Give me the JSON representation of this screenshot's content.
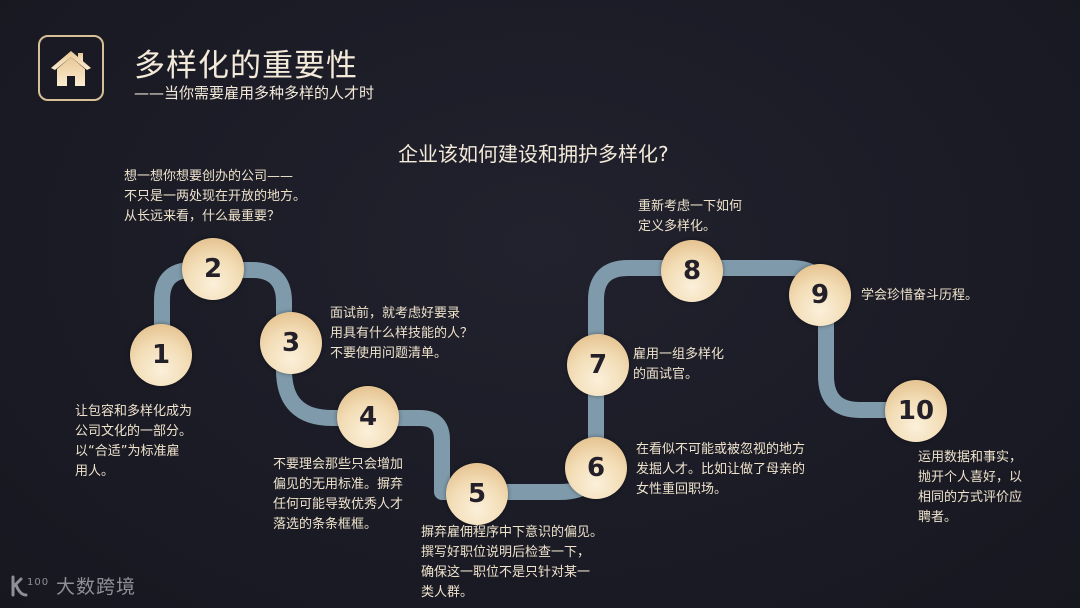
{
  "header": {
    "icon": "home-icon",
    "title": "多样化的重要性",
    "subtitle": "——当你需要雇用多种多样的人才时"
  },
  "question": "企业该如何建设和拥护多样化?",
  "colors": {
    "background": "#1c1c27",
    "road": "#7f9aaa",
    "node_light": "#fbf0da",
    "node_dark": "#dfb67f",
    "text": "#efe3cc",
    "accent_border": "#d8bf97"
  },
  "steps": [
    {
      "number": "1",
      "text": "让包容和多样化成为\n公司文化的一部分。\n以“合适”为标准雇\n用人。"
    },
    {
      "number": "2",
      "text": "想一想你想要创办的公司——\n不只是一两处现在开放的地方。\n从长远来看，什么最重要？"
    },
    {
      "number": "3",
      "text": "面试前，就考虑好要录\n用具有什么样技能的人？\n不要使用问题清单。"
    },
    {
      "number": "4",
      "text": "不要理会那些只会增加\n偏见的无用标准。摒弃\n任何可能导致优秀人才\n落选的条条框框。"
    },
    {
      "number": "5",
      "text": "摒弃雇佣程序中下意识的偏见。\n撰写好职位说明后检查一下，\n确保这一职位不是只针对某一\n类人群。"
    },
    {
      "number": "6",
      "text": "在看似不可能或被忽视的地方\n发掘人才。比如让做了母亲的\n女性重回职场。"
    },
    {
      "number": "7",
      "text": "雇用一组多样化\n的面试官。"
    },
    {
      "number": "8",
      "text": "重新考虑一下如何\n定义多样化。"
    },
    {
      "number": "9",
      "text": "学会珍惜奋斗历程。"
    },
    {
      "number": "10",
      "text": "运用数据和事实，\n抛开个人喜好，以\n相同的方式评价应\n聘者。"
    }
  ],
  "footer": {
    "logo_icon": "k100-logo-icon",
    "brand": "大数跨境"
  }
}
